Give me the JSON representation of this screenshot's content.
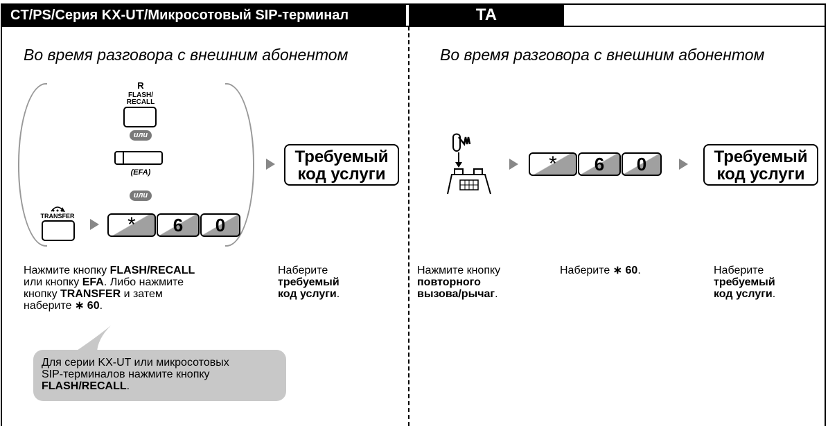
{
  "left_panel": {
    "header": "CT/PS/Серия KX-UT/Микросотовый SIP-терминал",
    "subtitle": "Во время разговора с внешним абонентом",
    "flash_label_r": "R",
    "flash_label_flash": "FLASH/",
    "flash_label_recall": "RECALL",
    "or_1": "или",
    "efa_label": "(EFA)",
    "or_2": "или",
    "transfer_label": "TRANSFER",
    "key_star": "*",
    "key_6": "6",
    "key_0": "0",
    "service_box_line1": "Требуемый",
    "service_box_line2": "код услуги",
    "desc1": {
      "l1a": "Нажмите кнопку ",
      "l1b": "FLASH/RECALL",
      "l2a": "или кнопку ",
      "l2b": "EFA",
      "l2c": ". Либо нажмите",
      "l3a": "кнопку ",
      "l3b": "TRANSFER",
      "l3c": " и затем",
      "l4a": "наберите ",
      "l4b": "∗ 60",
      "l4c": "."
    },
    "desc2": {
      "l1": "Наберите",
      "l2": "требуемый",
      "l3a": "код услуги",
      "l3b": "."
    },
    "note": {
      "l1": "Для серии KX-UT или микросотовых",
      "l2": "SIP-терминалов нажмите кнопку",
      "l3a": "FLASH/RECALL",
      "l3b": "."
    }
  },
  "right_panel": {
    "header": "TA",
    "subtitle": "Во время разговора с внешним абонентом",
    "key_star": "*",
    "key_6": "6",
    "key_0": "0",
    "service_box_line1": "Требуемый",
    "service_box_line2": "код услуги",
    "desc1": {
      "l1": "Нажмите кнопку",
      "l2": "повторного",
      "l3a": "вызова/рычаг",
      "l3b": "."
    },
    "desc2": {
      "a": "Наберите ",
      "b": "∗ 60",
      "c": "."
    },
    "desc3": {
      "l1": "Наберите",
      "l2": "требуемый",
      "l3a": "код услуги",
      "l3b": "."
    }
  }
}
